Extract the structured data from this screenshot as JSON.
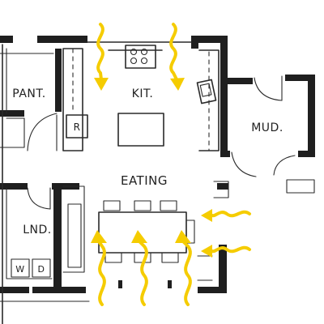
{
  "rooms": {
    "pantry": "PANT.",
    "kitchen": "KIT.",
    "mudroom": "MUD.",
    "eating": "EATING",
    "laundry": "LND."
  },
  "fixtures": {
    "refrigerator": "R",
    "washer": "W",
    "dryer": "D"
  },
  "colors": {
    "wall": "#1f1f1f",
    "sketch_line": "#2a2a2a",
    "flow_arrow": "#f5cc00",
    "background": "#ffffff"
  },
  "icons": {
    "flow": "wavy-arrow-icon"
  }
}
